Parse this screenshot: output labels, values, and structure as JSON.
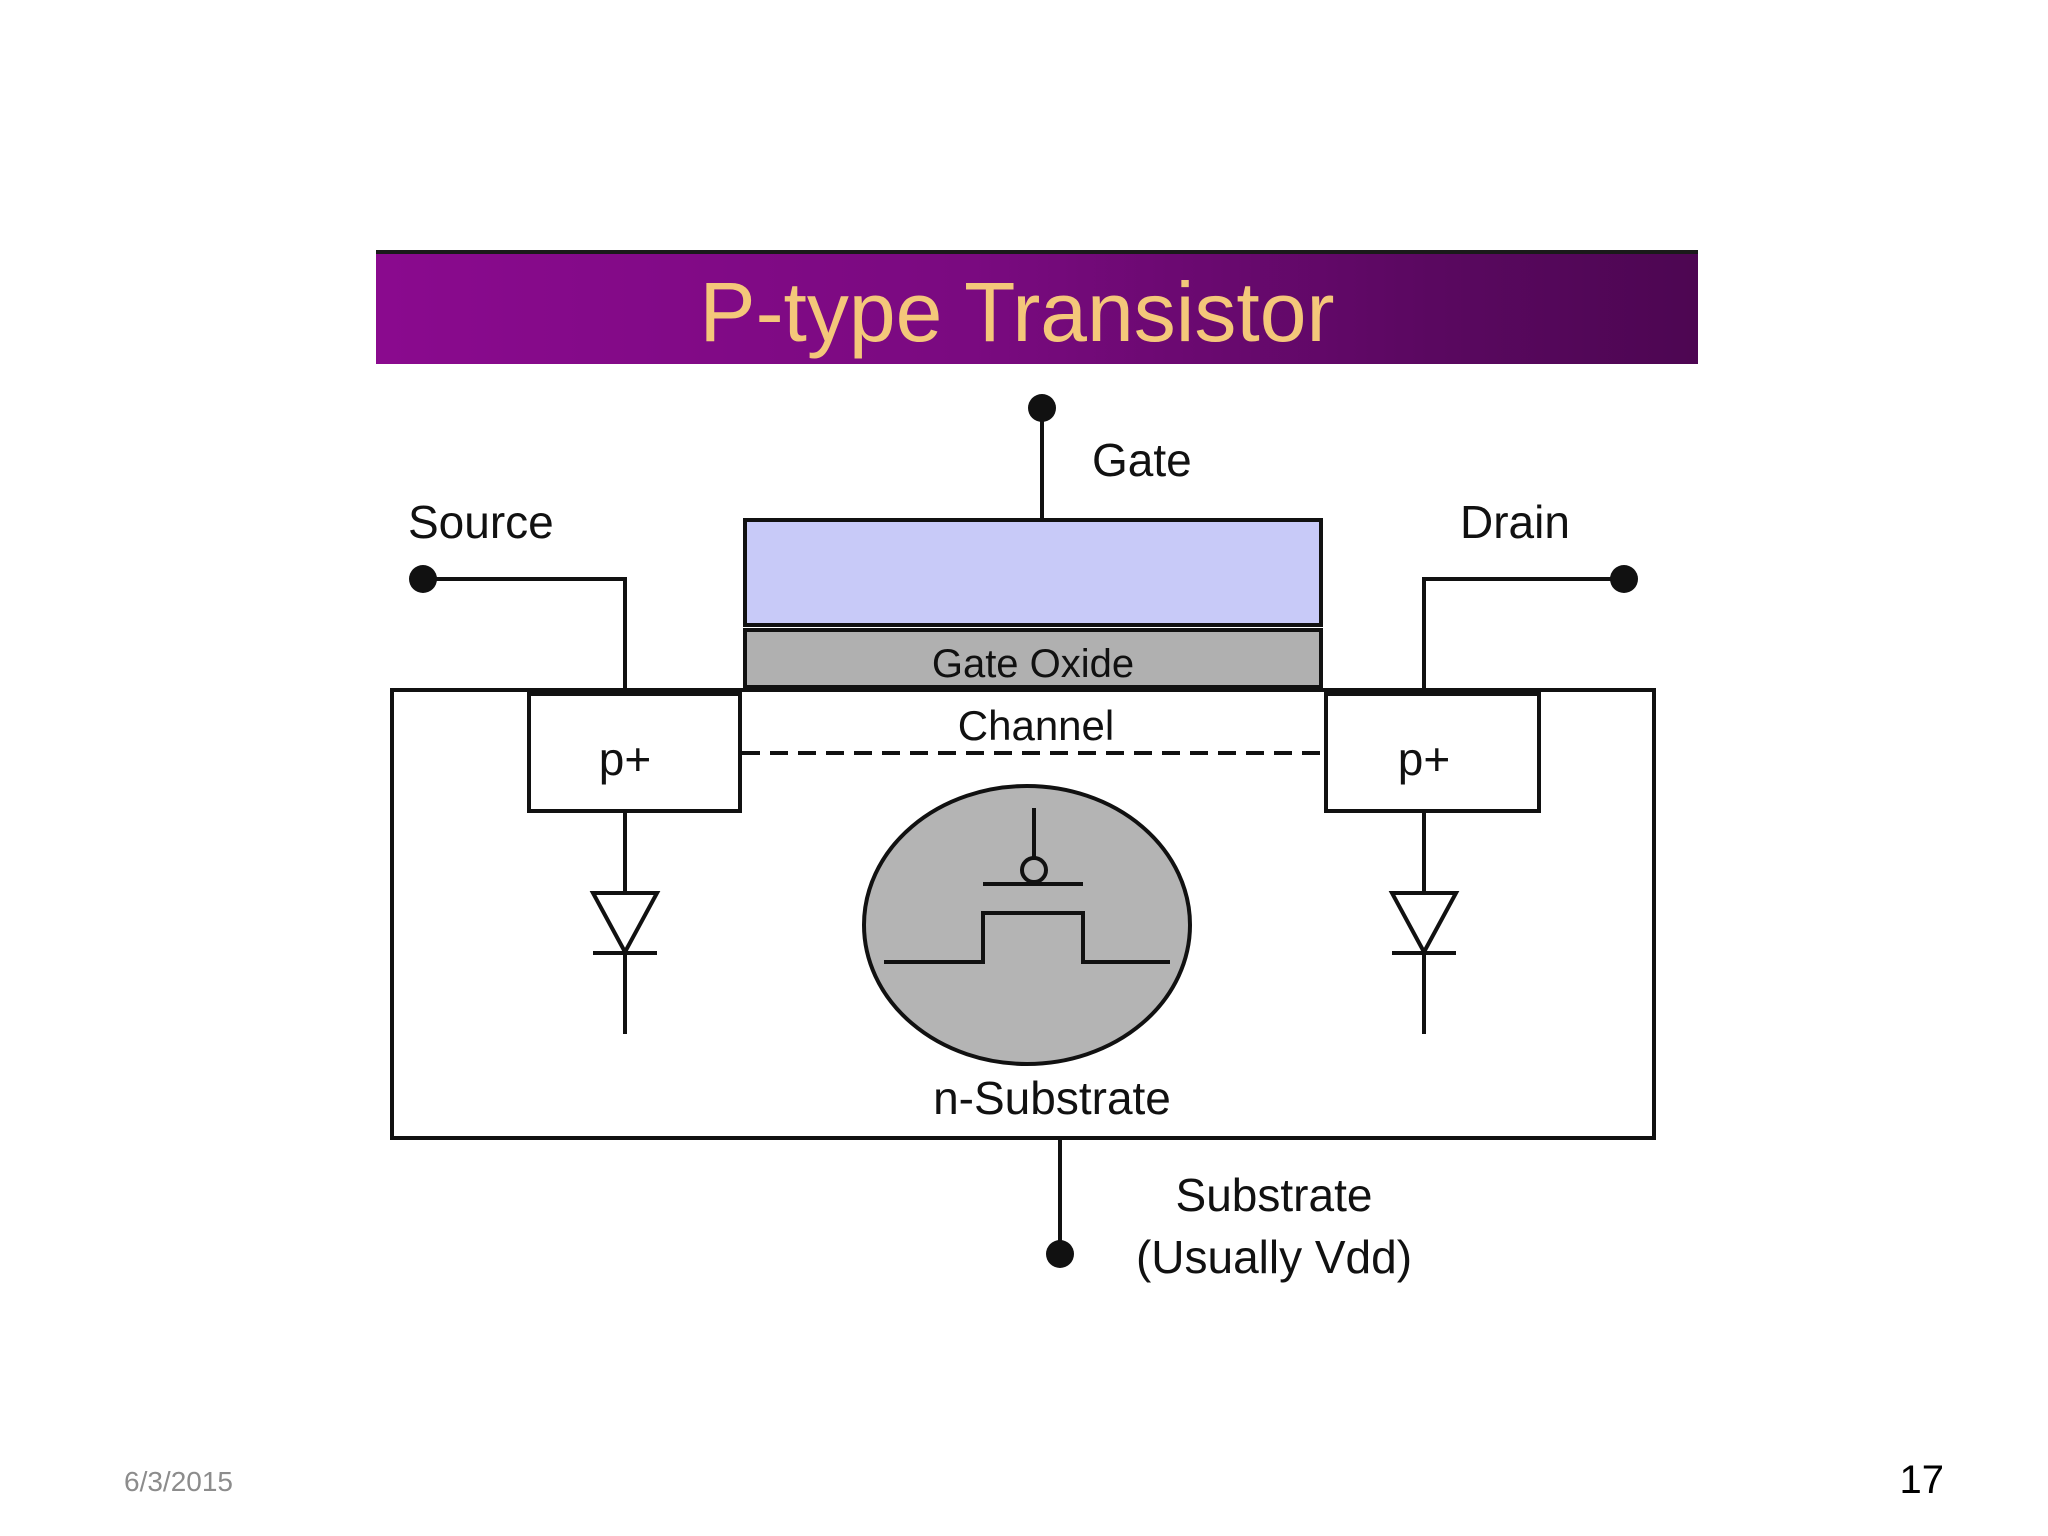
{
  "slide": {
    "title": "P-type Transistor",
    "footer_date": "6/3/2015",
    "page_number": "17"
  },
  "diagram": {
    "labels": {
      "gate": "Gate",
      "source": "Source",
      "drain": "Drain",
      "gate_oxide": "Gate Oxide",
      "channel": "Channel",
      "source_region": "p+",
      "drain_region": "p+",
      "substrate_region": "n-Substrate",
      "substrate_terminal_line1": "Substrate",
      "substrate_terminal_line2": "(Usually Vdd)"
    },
    "colors": {
      "gate": "#c8caf8",
      "gate_oxide": "#b0b0b0",
      "symbol_ellipse": "#b4b4b4",
      "title_text": "#f4c77a",
      "banner": "#7a0a80"
    }
  }
}
